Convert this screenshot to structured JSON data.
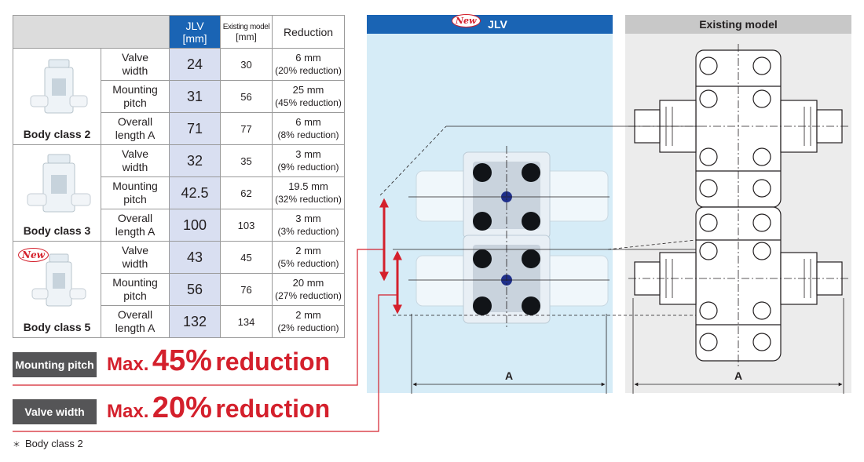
{
  "table": {
    "headers": {
      "jlv": "JLV",
      "jlv_unit": "[mm]",
      "existing": "Existing model",
      "existing_unit": "[mm]",
      "reduction": "Reduction"
    },
    "groups": [
      {
        "body_class": "Body class 2",
        "is_new": false,
        "rows": [
          {
            "l1": "Valve",
            "l2": "width",
            "jlv": "24",
            "existing": "30",
            "r1": "6 mm",
            "r2": "(20% reduction)"
          },
          {
            "l1": "Mounting",
            "l2": "pitch",
            "jlv": "31",
            "existing": "56",
            "r1": "25 mm",
            "r2": "(45% reduction)"
          },
          {
            "l1": "Overall",
            "l2": "length A",
            "jlv": "71",
            "existing": "77",
            "r1": "6 mm",
            "r2": "(8% reduction)"
          }
        ]
      },
      {
        "body_class": "Body class 3",
        "is_new": false,
        "rows": [
          {
            "l1": "Valve",
            "l2": "width",
            "jlv": "32",
            "existing": "35",
            "r1": "3 mm",
            "r2": "(9% reduction)"
          },
          {
            "l1": "Mounting",
            "l2": "pitch",
            "jlv": "42.5",
            "existing": "62",
            "r1": "19.5 mm",
            "r2": "(32% reduction)"
          },
          {
            "l1": "Overall",
            "l2": "length A",
            "jlv": "100",
            "existing": "103",
            "r1": "3 mm",
            "r2": "(3% reduction)"
          }
        ]
      },
      {
        "body_class": "Body class 5",
        "is_new": true,
        "new_label": "New",
        "rows": [
          {
            "l1": "Valve",
            "l2": "width",
            "jlv": "43",
            "existing": "45",
            "r1": "2 mm",
            "r2": "(5% reduction)"
          },
          {
            "l1": "Mounting",
            "l2": "pitch",
            "jlv": "56",
            "existing": "76",
            "r1": "20 mm",
            "r2": "(27% reduction)"
          },
          {
            "l1": "Overall",
            "l2": "length A",
            "jlv": "132",
            "existing": "134",
            "r1": "2 mm",
            "r2": "(2% reduction)"
          }
        ]
      }
    ]
  },
  "highlights": {
    "mounting": {
      "tag": "Mounting pitch",
      "prefix": "Max.",
      "value": "45%",
      "suffix": "reduction"
    },
    "valve": {
      "tag": "Valve width",
      "prefix": "Max.",
      "value": "20%",
      "suffix": "reduction"
    }
  },
  "footnote": {
    "mark": "＊",
    "text": "Body class 2"
  },
  "diagram": {
    "jlv_title": "JLV",
    "jlv_new_label": "New",
    "existing_title": "Existing model",
    "dim_label_jlv": "A",
    "dim_label_existing": "A"
  },
  "colors": {
    "brand_blue": "#1a64b4",
    "accent_red": "#d4202c",
    "jlv_cell": "#d9dff1",
    "jlv_panel": "#d6ecf7",
    "existing_panel": "#ececec",
    "tag_gray": "#555557"
  },
  "icons": [
    "new-badge-icon",
    "valve-photo-icon",
    "dimension-arrow-icon",
    "bolt-hole-icon"
  ]
}
